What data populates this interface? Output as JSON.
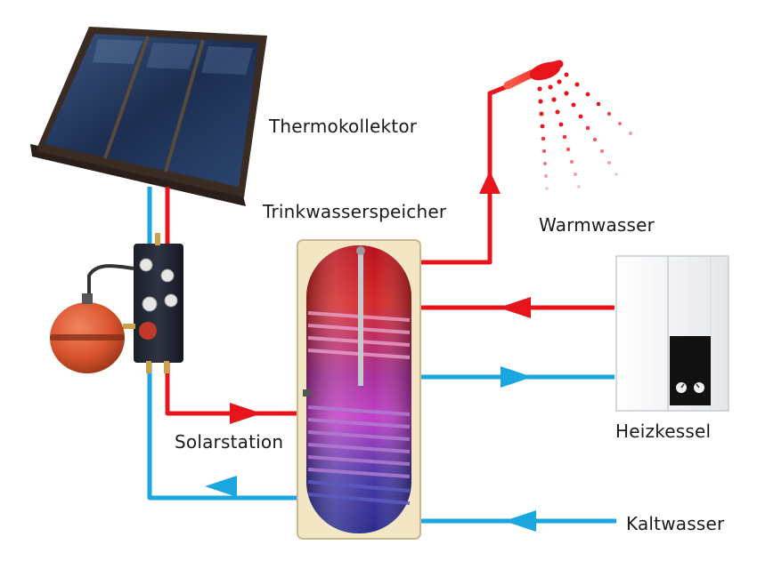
{
  "labels": {
    "thermokollektor": "Thermokollektor",
    "trinkwasserspeicher": "Trinkwasserspeicher",
    "warmwasser": "Warmwasser",
    "solarstation": "Solarstation",
    "heizkessel": "Heizkessel",
    "kaltwasser": "Kaltwasser"
  },
  "colors": {
    "hot_pipe": "#e8141c",
    "cold_pipe": "#1aa6de",
    "tank_casing": "#f2e6c4",
    "collector_glass": "#1c2f52",
    "expansion_vessel": "#d9552f"
  },
  "icons": [
    "solar-collector",
    "shower-head",
    "storage-tank",
    "heating-boiler",
    "solar-station-pump",
    "expansion-vessel"
  ]
}
